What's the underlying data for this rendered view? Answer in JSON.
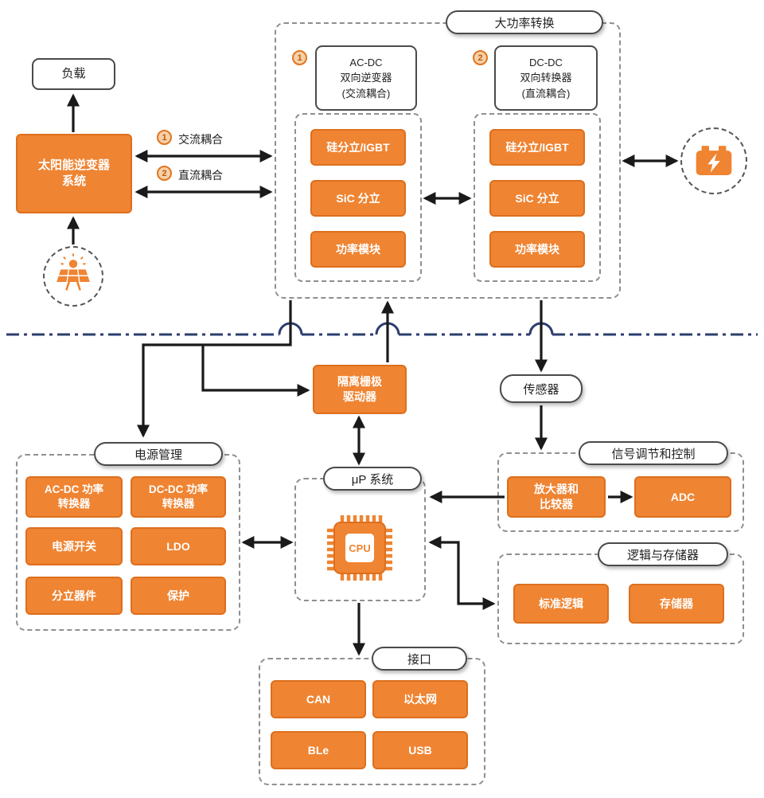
{
  "colors": {
    "block_orange": "#EF8432",
    "block_orange_border": "#DD6F1D",
    "divider_blue": "#2C3E6E",
    "wire_black": "#1A1A1A",
    "badge_fill": "#F7D0A8",
    "badge_text": "#BC5A0A"
  },
  "top_left": {
    "load_label": "负载",
    "inverter_label": "太阳能逆变器\n系统",
    "coupling_ac": {
      "badge": "1",
      "label": "交流耦合"
    },
    "coupling_dc": {
      "badge": "2",
      "label": "直流耦合"
    },
    "solar_icon": "solar-panel-icon"
  },
  "power_conversion": {
    "title": "大功率转换",
    "acdc": {
      "badge": "1",
      "name": "AC-DC\n双向逆变器\n(交流耦合)",
      "blocks": [
        "硅分立/IGBT",
        "SiC 分立",
        "功率模块"
      ]
    },
    "dcdc": {
      "badge": "2",
      "name": "DC-DC\n双向转换器\n(直流耦合)",
      "blocks": [
        "硅分立/IGBT",
        "SiC 分立",
        "功率模块"
      ]
    },
    "battery_icon": "battery-icon"
  },
  "middle": {
    "gate_driver": "隔离栅极\n驱动器",
    "sensor": "传感器"
  },
  "power_management": {
    "title": "电源管理",
    "blocks": [
      "AC-DC 功率\n转换器",
      "DC-DC 功率\n转换器",
      "电源开关",
      "LDO",
      "分立器件",
      "保护"
    ]
  },
  "mpu": {
    "title": "μP 系统",
    "cpu": "CPU",
    "cpu_icon": "cpu-chip-icon"
  },
  "signal": {
    "title": "信号调节和控制",
    "blocks": [
      "放大器和\n比较器",
      "ADC"
    ]
  },
  "logic": {
    "title": "逻辑与存储器",
    "blocks": [
      "标准逻辑",
      "存储器"
    ]
  },
  "interface": {
    "title": "接口",
    "blocks": [
      "CAN",
      "以太网",
      "BLe",
      "USB"
    ]
  }
}
